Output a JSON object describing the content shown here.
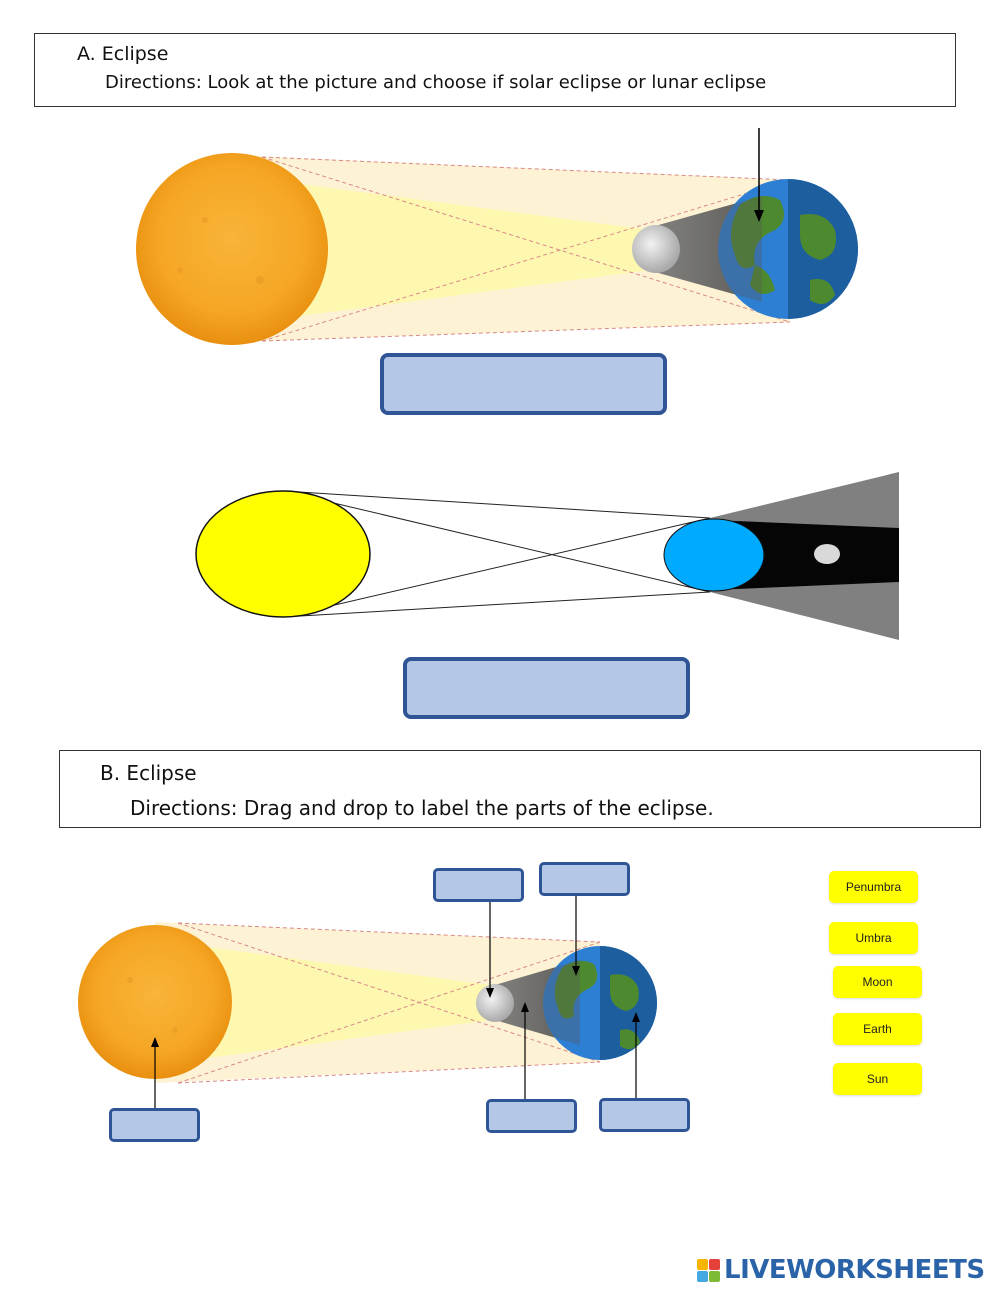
{
  "section_a": {
    "title": "A. Eclipse",
    "directions": "Directions: Look at the picture and choose if solar eclipse or lunar eclipse"
  },
  "section_b": {
    "title": "B. Eclipse",
    "directions": "Directions: Drag and drop to label the parts of the eclipse."
  },
  "answer_fields": {
    "a1": "",
    "a2": "",
    "b_top_left": "",
    "b_top_right": "",
    "b_sun": "",
    "b_bottom_left": "",
    "b_bottom_right": ""
  },
  "drag_options": [
    "Penumbra",
    "Umbra",
    "Moon",
    "Earth",
    "Sun"
  ],
  "footer": {
    "brand": "LIVEWORKSHEETS"
  },
  "colors": {
    "answer_fill": "#b4c7e7",
    "answer_border": "#2f5597",
    "chip": "#ffff00",
    "brand": "#2a63a8"
  }
}
